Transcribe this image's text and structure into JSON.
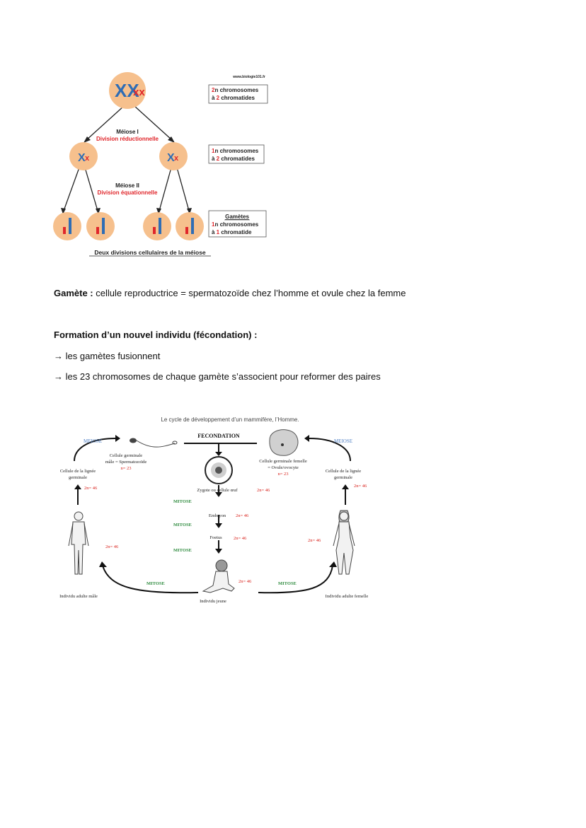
{
  "meiosis": {
    "site": "www.biologie101.fr",
    "meiose1": "Méiose I",
    "meiose1_sub": "Division réductionnelle",
    "meiose2": "Méiose II",
    "meiose2_sub": "Division équationnelle",
    "box1": {
      "num": "2",
      "line1_rest": "n chromosomes",
      "line2_pre": "à ",
      "line2_num": "2",
      "line2_rest": " chromatides"
    },
    "box2": {
      "num": "1",
      "line1_rest": "n chromosomes",
      "line2_pre": "à ",
      "line2_num": "2",
      "line2_rest": " chromatides"
    },
    "box3": {
      "title": "Gamètes",
      "num": "1",
      "line1_rest": "n chromosomes",
      "line2_pre": "à ",
      "line2_num": "1",
      "line2_rest": " chromatide"
    },
    "caption": "Deux divisions cellulaires de la méiose",
    "colors": {
      "cell": "#f6c08d",
      "blue": "#2f6db5",
      "red": "#e0262b"
    }
  },
  "text": {
    "gamete_term": "Gamète :",
    "gamete_def": " cellule reproductrice = spermatozoïde chez l’homme et ovule chez la femme",
    "formation_title": "Formation d’un nouvel individu (fécondation) :",
    "bullet1": "→ les gamètes fusionnent",
    "bullet2": "→ les 23 chromosomes de chaque gamète s’associent pour reformer des paires"
  },
  "cycle": {
    "title": "Le cycle de développement d’un mammifère, l’Homme.",
    "fecondation": "FECONDATION",
    "meiose": "MEIOSE",
    "mitose": "MITOSE",
    "male_germ_l1": "Cellule germinale",
    "male_germ_l2": "mâle = Spermatozoïde",
    "female_germ_l1": "Cellule germinale femelle",
    "female_germ_l2": "= Ovule/ovocyte",
    "n23": "n= 23",
    "lignee_l1": "Cellule de la lignée",
    "lignee_l2": "germinale",
    "n46": "2n= 46",
    "zygote": "Zygote ou cellule œuf",
    "embryon": "Embryon",
    "foetus": "Foetus",
    "adult_male": "Individu adulte mâle",
    "adult_female": "Individu adulte femelle",
    "young": "Individu jeune",
    "colors": {
      "blue": "#4f7fc4",
      "green": "#2e8b3e",
      "red": "#d9221c"
    }
  }
}
